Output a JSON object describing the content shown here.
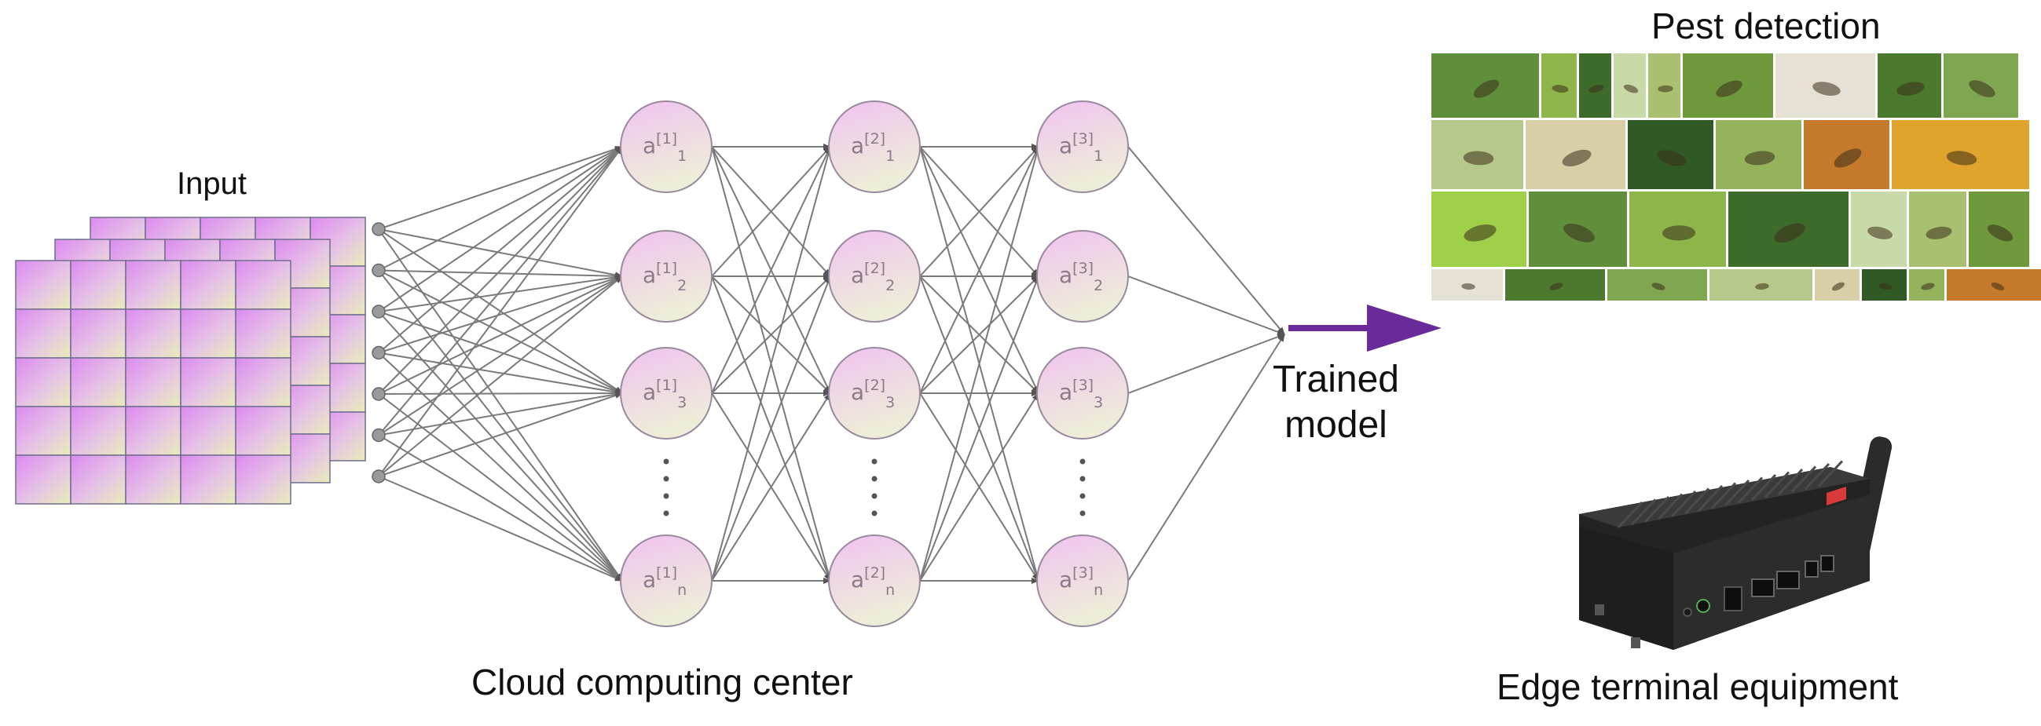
{
  "labels": {
    "input": "Input",
    "cloud_center": "Cloud computing center",
    "trained_line1": "Trained",
    "trained_line2": "model",
    "pest_detection": "Pest detection",
    "edge_equipment": "Edge terminal equipment"
  },
  "network": {
    "input_nodes": 7,
    "layers": [
      {
        "layer": "1",
        "nodes": [
          "1",
          "2",
          "3",
          "n"
        ]
      },
      {
        "layer": "2",
        "nodes": [
          "1",
          "2",
          "3",
          "n"
        ]
      },
      {
        "layer": "3",
        "nodes": [
          "1",
          "2",
          "3",
          "n"
        ]
      }
    ],
    "node_prefix": "a"
  },
  "colors": {
    "node_fill_top": "#efc6f0",
    "node_fill_bottom": "#eeecd6",
    "grid_pink": "#dc8af0",
    "grid_cream": "#e9edb8",
    "arrow": "#6a2b9a",
    "connection": "#7a7a7a"
  },
  "icons": [
    "input-feature-grid",
    "neural-network",
    "arrow-right-icon",
    "pest-photo-collage",
    "edge-device-icon",
    "antenna-icon"
  ]
}
